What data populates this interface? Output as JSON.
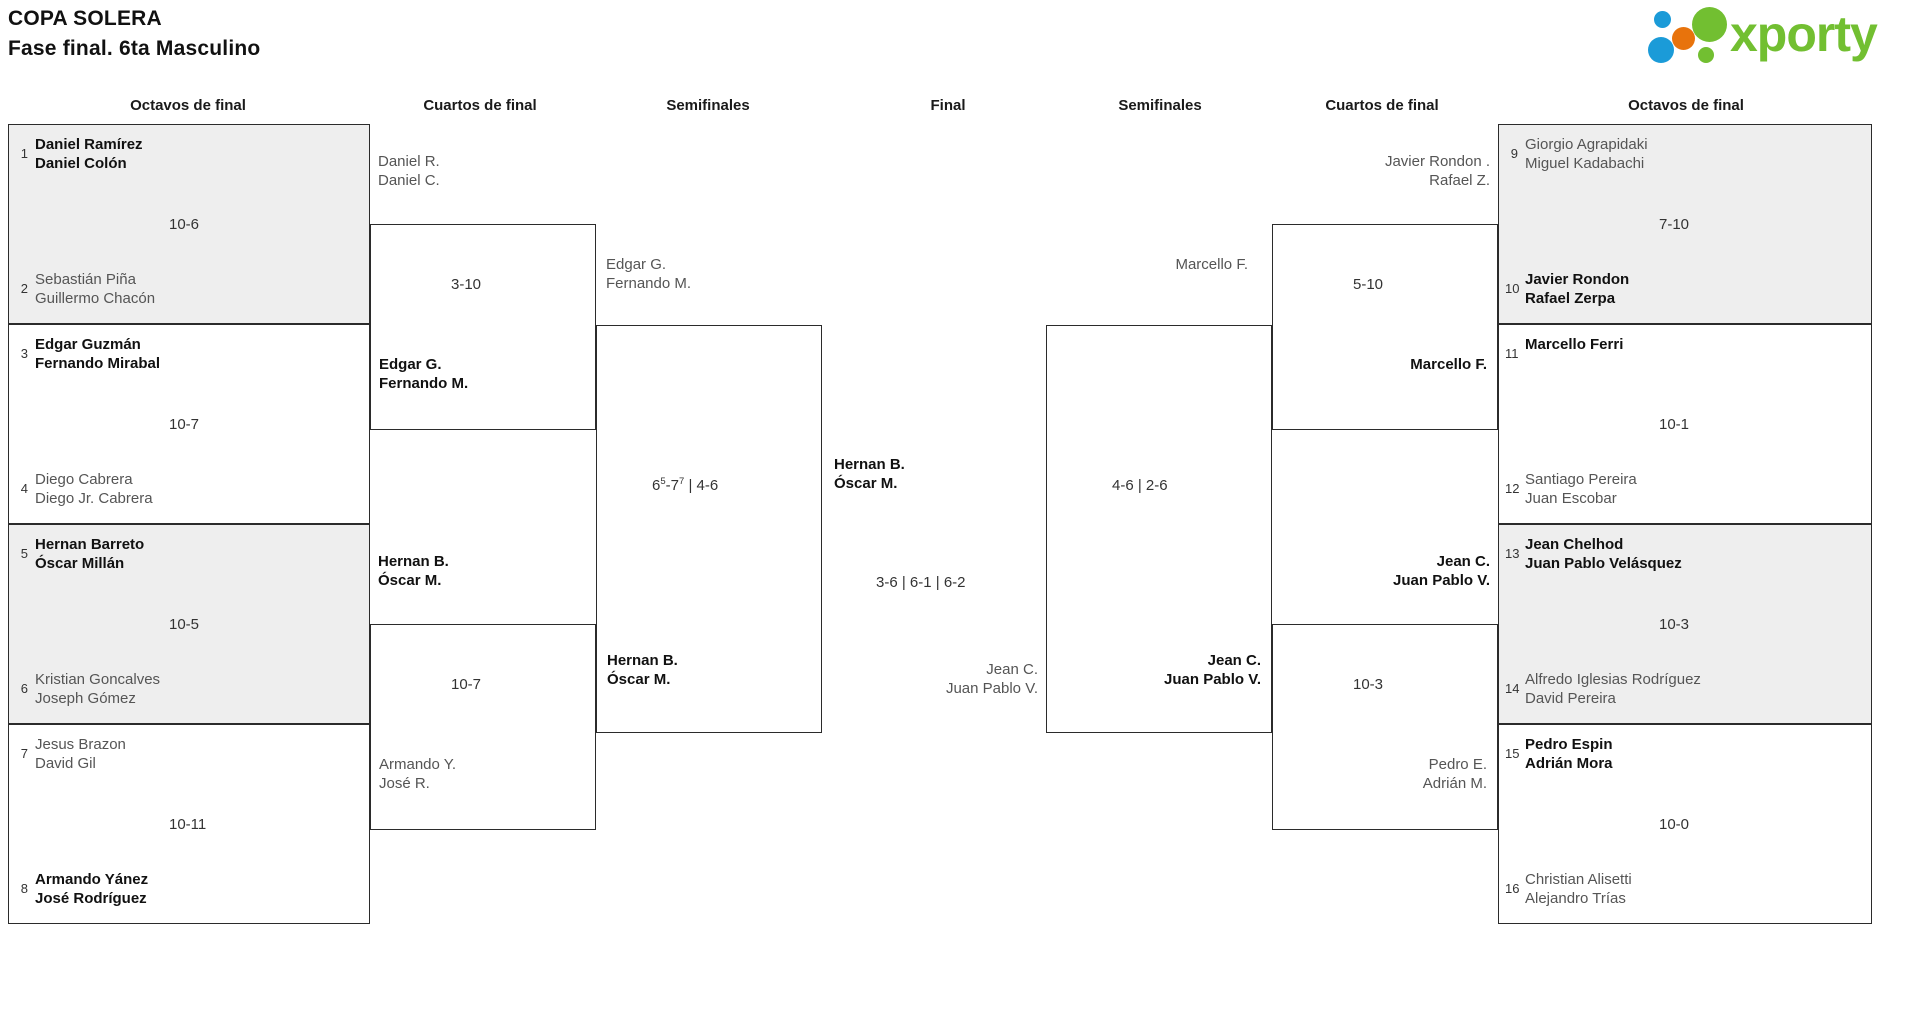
{
  "header": {
    "tournament": "COPA SOLERA",
    "phase": "Fase final. 6ta Masculino",
    "logo_text": "xporty",
    "logo_colors": {
      "green": "#72bf31",
      "blue": "#1b9bd8",
      "orange": "#e8730c"
    }
  },
  "round_headers": {
    "left_r16": "Octavos de final",
    "left_qf": "Cuartos de final",
    "left_sf": "Semifinales",
    "final": "Final",
    "right_sf": "Semifinales",
    "right_qf": "Cuartos de final",
    "right_r16": "Octavos de final"
  },
  "left_r16": [
    {
      "score": "10-6",
      "top": {
        "seed": "1",
        "p1": "Daniel Ramírez",
        "p2": "Daniel Colón",
        "winner": true
      },
      "bottom": {
        "seed": "2",
        "p1": "Sebastián Piña",
        "p2": "Guillermo Chacón",
        "winner": false
      }
    },
    {
      "score": "10-7",
      "top": {
        "seed": "3",
        "p1": "Edgar Guzmán",
        "p2": "Fernando Mirabal",
        "winner": true
      },
      "bottom": {
        "seed": "4",
        "p1": "Diego Cabrera",
        "p2": "Diego Jr. Cabrera",
        "winner": false
      }
    },
    {
      "score": "10-5",
      "top": {
        "seed": "5",
        "p1": "Hernan Barreto",
        "p2": "Óscar Millán",
        "winner": true
      },
      "bottom": {
        "seed": "6",
        "p1": "Kristian Goncalves",
        "p2": "Joseph Gómez",
        "winner": false
      }
    },
    {
      "score": "10-11",
      "top": {
        "seed": "7",
        "p1": "Jesus Brazon",
        "p2": "David Gil",
        "winner": false
      },
      "bottom": {
        "seed": "8",
        "p1": "Armando Yánez",
        "p2": "José Rodríguez",
        "winner": true
      }
    }
  ],
  "right_r16": [
    {
      "score": "7-10",
      "top": {
        "seed": "9",
        "p1": "Giorgio Agrapidaki",
        "p2": "Miguel Kadabachi",
        "winner": false
      },
      "bottom": {
        "seed": "10",
        "p1": "Javier Rondon",
        "p2": "Rafael Zerpa",
        "winner": true
      }
    },
    {
      "score": "10-1",
      "top": {
        "seed": "11",
        "p1": "Marcello Ferri",
        "p2": "",
        "winner": true
      },
      "bottom": {
        "seed": "12",
        "p1": "Santiago Pereira",
        "p2": "Juan Escobar",
        "winner": false
      }
    },
    {
      "score": "10-3",
      "top": {
        "seed": "13",
        "p1": "Jean Chelhod",
        "p2": "Juan Pablo Velásquez",
        "winner": true
      },
      "bottom": {
        "seed": "14",
        "p1": "Alfredo Iglesias Rodríguez",
        "p2": "David Pereira",
        "winner": false
      }
    },
    {
      "score": "10-0",
      "top": {
        "seed": "15",
        "p1": "Pedro Espin",
        "p2": "Adrián Mora",
        "winner": true
      },
      "bottom": {
        "seed": "16",
        "p1": "Christian Alisetti",
        "p2": "Alejandro Trías",
        "winner": false
      }
    }
  ],
  "left_qf": [
    {
      "score": "3-10",
      "top": {
        "p1": "Daniel R.",
        "p2": "Daniel C.",
        "winner": false
      },
      "bottom": {
        "p1": "Edgar G.",
        "p2": "Fernando M.",
        "winner": true
      }
    },
    {
      "score": "10-7",
      "top": {
        "p1": "Hernan B.",
        "p2": "Óscar M.",
        "winner": true
      },
      "bottom": {
        "p1": "Armando Y.",
        "p2": "José R.",
        "winner": false
      }
    }
  ],
  "right_qf": [
    {
      "score": "5-10",
      "top": {
        "p1": "Javier Rondon .",
        "p2": "Rafael Z.",
        "winner": false
      },
      "bottom": {
        "p1": "Marcello F.",
        "p2": "",
        "winner": true
      }
    },
    {
      "score": "10-3",
      "top": {
        "p1": "Jean C.",
        "p2": "Juan Pablo V.",
        "winner": true
      },
      "bottom": {
        "p1": "Pedro E.",
        "p2": "Adrián M.",
        "winner": false
      }
    }
  ],
  "left_sf": {
    "score_plain": "6",
    "score_sup1": "5",
    "score_mid": "-7",
    "score_sup2": "7",
    "score_tail": " | 4-6",
    "top": {
      "p1": "Edgar G.",
      "p2": "Fernando M.",
      "winner": false
    },
    "bottom": {
      "p1": "Hernan B.",
      "p2": "Óscar M.",
      "winner": true
    }
  },
  "right_sf": {
    "score": "4-6 | 2-6",
    "top": {
      "p1": "Marcello F.",
      "p2": "",
      "winner": false
    },
    "bottom": {
      "p1": "Jean C.",
      "p2": "Juan Pablo V.",
      "winner": true
    }
  },
  "final": {
    "score": "3-6 | 6-1 | 6-2",
    "top": {
      "p1": "Hernan B.",
      "p2": "Óscar M.",
      "winner": true
    },
    "bottom": {
      "p1": "Jean C.",
      "p2": "Juan Pablo V.",
      "winner": false
    }
  }
}
